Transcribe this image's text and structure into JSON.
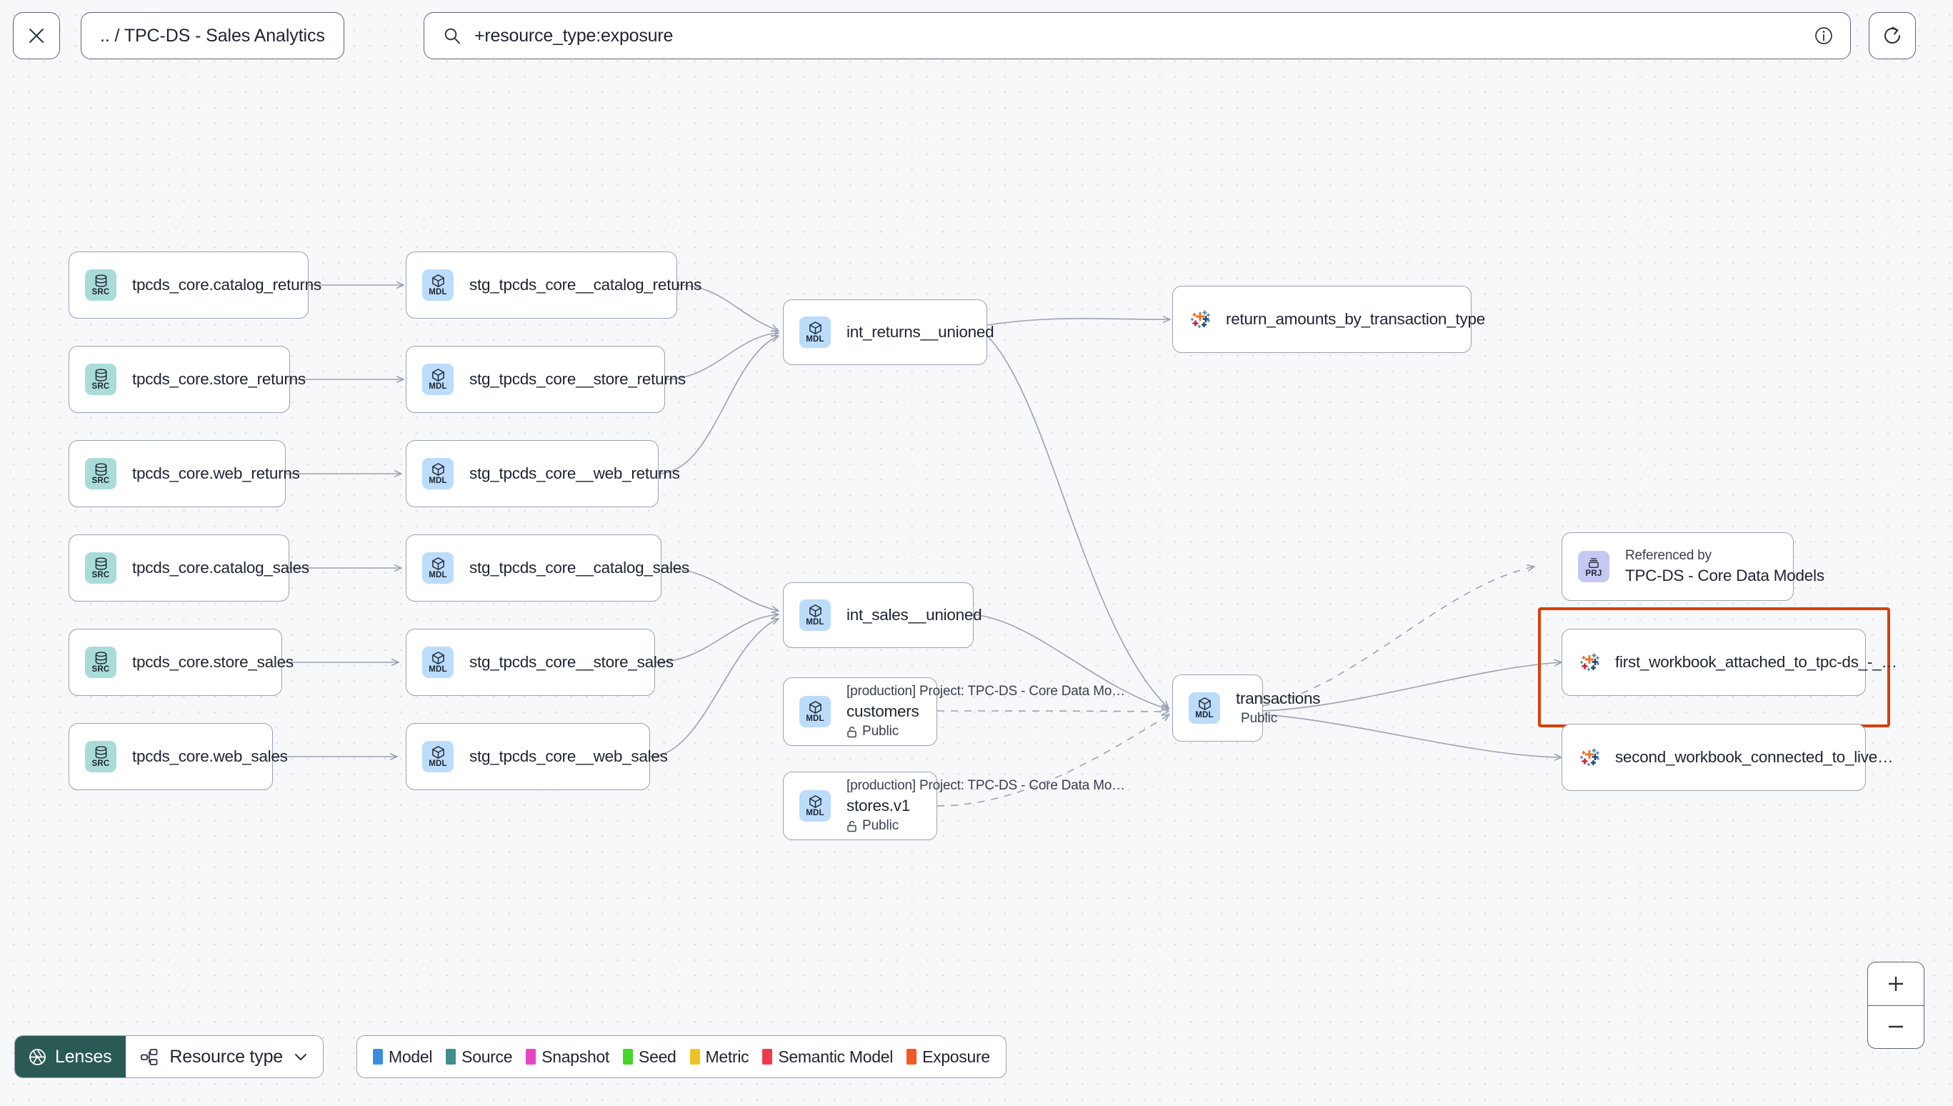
{
  "header": {
    "close_icon": "close-icon",
    "breadcrumb": ".. / TPC-DS - Sales Analytics",
    "search": {
      "icon": "search-icon",
      "value": "+resource_type:exposure",
      "info_icon": "info-icon"
    },
    "refresh_icon": "refresh-icon"
  },
  "graph": {
    "sources": [
      {
        "badge": "SRC",
        "label": "tpcds_core.catalog_returns"
      },
      {
        "badge": "SRC",
        "label": "tpcds_core.store_returns"
      },
      {
        "badge": "SRC",
        "label": "tpcds_core.web_returns"
      },
      {
        "badge": "SRC",
        "label": "tpcds_core.catalog_sales"
      },
      {
        "badge": "SRC",
        "label": "tpcds_core.store_sales"
      },
      {
        "badge": "SRC",
        "label": "tpcds_core.web_sales"
      }
    ],
    "staging": [
      {
        "badge": "MDL",
        "label": "stg_tpcds_core__catalog_returns"
      },
      {
        "badge": "MDL",
        "label": "stg_tpcds_core__store_returns"
      },
      {
        "badge": "MDL",
        "label": "stg_tpcds_core__web_returns"
      },
      {
        "badge": "MDL",
        "label": "stg_tpcds_core__catalog_sales"
      },
      {
        "badge": "MDL",
        "label": "stg_tpcds_core__store_sales"
      },
      {
        "badge": "MDL",
        "label": "stg_tpcds_core__web_sales"
      }
    ],
    "intermediate": [
      {
        "badge": "MDL",
        "label": "int_returns__unioned"
      },
      {
        "badge": "MDL",
        "label": "int_sales__unioned"
      }
    ],
    "cross_project": [
      {
        "badge": "MDL",
        "project": "[production] Project: TPC-DS - Core Data Mo…",
        "name": "customers",
        "access": "Public",
        "access_icon": "unlock-icon"
      },
      {
        "badge": "MDL",
        "project": "[production] Project: TPC-DS - Core Data Mo…",
        "name": "stores.v1",
        "access": "Public",
        "access_icon": "unlock-icon"
      }
    ],
    "transactions": {
      "badge": "MDL",
      "name": "transactions",
      "access": "Public",
      "access_icon": "unlock-icon"
    },
    "project_ref": {
      "badge": "PRJ",
      "caption": "Referenced by",
      "name": "TPC-DS - Core Data Models"
    },
    "exposures": [
      {
        "icon": "tableau-icon",
        "label": "return_amounts_by_transaction_type"
      },
      {
        "icon": "tableau-icon",
        "label": "first_workbook_attached_to_tpc-ds_-_…"
      },
      {
        "icon": "tableau-icon",
        "label": "second_workbook_connected_to_live…"
      }
    ]
  },
  "bottom": {
    "lenses_label": "Lenses",
    "lenses_icon": "aperture-icon",
    "resource_type_label": "Resource type",
    "resource_type_icon": "hierarchy-icon",
    "chevron_icon": "chevron-down-icon",
    "legend": [
      {
        "label": "Model",
        "color": "#3b8edf"
      },
      {
        "label": "Source",
        "color": "#3f8d8d"
      },
      {
        "label": "Snapshot",
        "color": "#e844c0"
      },
      {
        "label": "Seed",
        "color": "#45d62a"
      },
      {
        "label": "Metric",
        "color": "#f0c325"
      },
      {
        "label": "Semantic Model",
        "color": "#ef3b49"
      },
      {
        "label": "Exposure",
        "color": "#f05a22"
      }
    ]
  },
  "zoom_controls": {
    "zoom_in_icon": "plus-icon",
    "zoom_out_icon": "minus-icon"
  }
}
